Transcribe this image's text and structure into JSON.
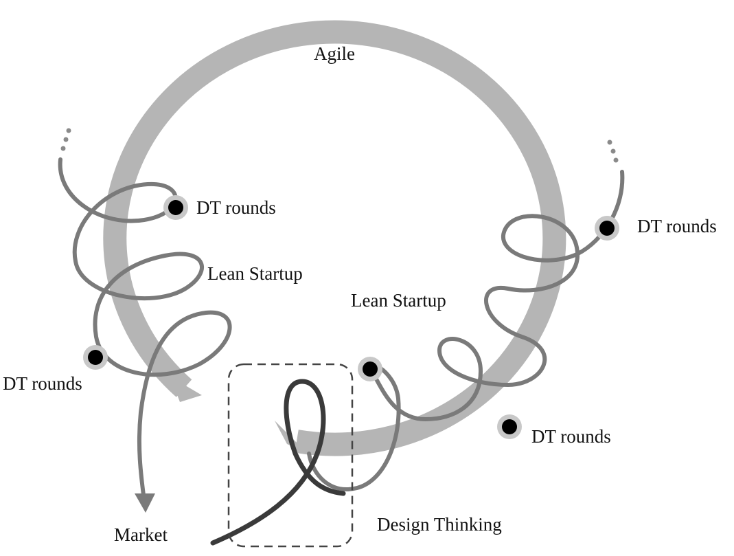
{
  "labels": {
    "agile": "Agile",
    "dt_rounds_top_left": "DT rounds",
    "dt_rounds_mid_left": "DT rounds",
    "dt_rounds_top_right": "DT rounds",
    "dt_rounds_bottom_right": "DT rounds",
    "lean_startup_left": "Lean Startup",
    "lean_startup_right": "Lean Startup",
    "market": "Market",
    "design_thinking": "Design Thinking"
  },
  "colors": {
    "agile_ring": "#b5b5b5",
    "spiral": "#7a7a7a",
    "design_thinking_path": "#3a3a3a",
    "dt_dot": "#000000",
    "dt_dot_halo": "#c8c8c8",
    "dashed_frame": "#444444"
  }
}
